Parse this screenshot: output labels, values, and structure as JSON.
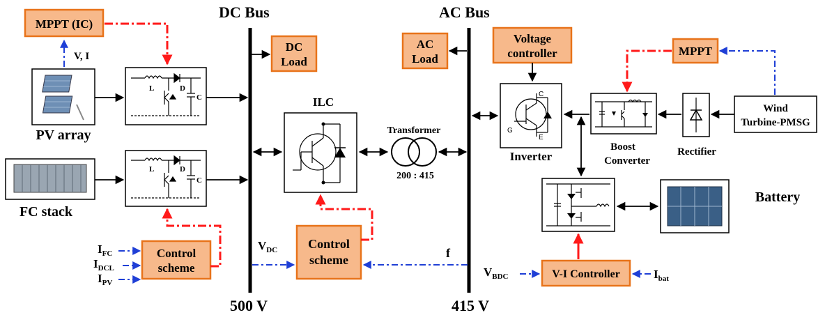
{
  "buses": {
    "dc_title": "DC Bus",
    "ac_title": "AC Bus",
    "dc_voltage": "500 V",
    "ac_voltage": "415 V"
  },
  "blocks": {
    "mppt_ic": "MPPT (IC)",
    "mppt": "MPPT",
    "dc_load": [
      "DC",
      "Load"
    ],
    "ac_load": [
      "AC",
      "Load"
    ],
    "voltage_controller": [
      "Voltage",
      "controller"
    ],
    "control_scheme_left": [
      "Control",
      "scheme"
    ],
    "control_scheme_center": [
      "Control",
      "scheme"
    ],
    "vi_controller": "V-I Controller",
    "wind": [
      "Wind",
      "Turbine-PMSG"
    ]
  },
  "labels": {
    "pv_array": "PV array",
    "fc_stack": "FC stack",
    "v_i": "V, I",
    "ilc": "ILC",
    "transformer": "Transformer",
    "ratio": "200 : 415",
    "inverter": "Inverter",
    "boost_converter": [
      "Boost",
      "Converter"
    ],
    "rectifier": "Rectifier",
    "battery": "Battery",
    "inductor_l": "L",
    "diode_d": "D",
    "capacitor_c": "C",
    "freq": "f"
  },
  "signals": {
    "i_fc": {
      "base": "I",
      "sub": "FC"
    },
    "i_dcl": {
      "base": "I",
      "sub": "DCL"
    },
    "i_pv": {
      "base": "I",
      "sub": "PV"
    },
    "v_dc": {
      "base": "V",
      "sub": "DC"
    },
    "v_bdc": {
      "base": "V",
      "sub": "BDC"
    },
    "i_bat": {
      "base": "I",
      "sub": "bat"
    }
  },
  "colors": {
    "block_fill": "#f7b98b",
    "block_stroke": "#e8731a",
    "control_line": "#ff1a1a",
    "signal_line": "#1f3fd6"
  }
}
